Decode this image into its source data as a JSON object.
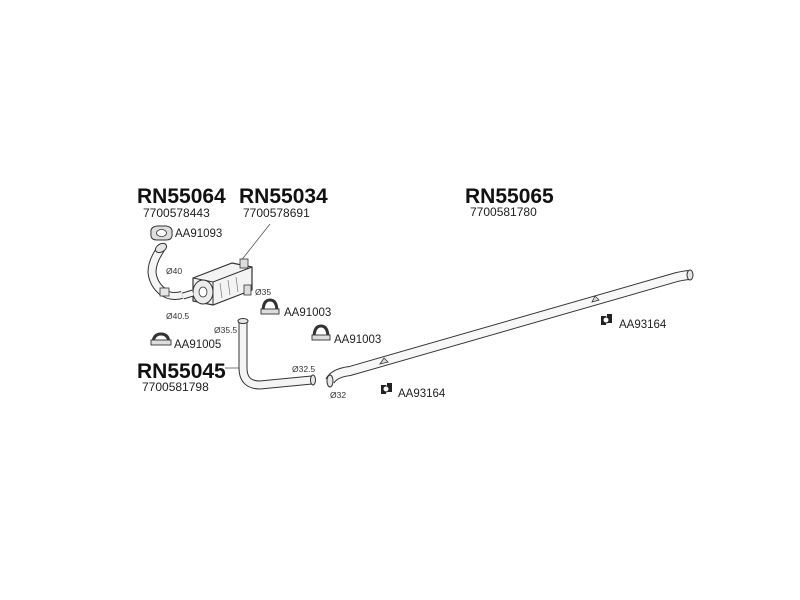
{
  "parts": {
    "front_pipe": {
      "ref": "RN55064",
      "oem": "7700578443"
    },
    "silencer": {
      "ref": "RN55034",
      "oem": "7700578691"
    },
    "tail_pipe": {
      "ref": "RN55065",
      "oem": "7700581780"
    },
    "mid_pipe": {
      "ref": "RN55045",
      "oem": "7700581798"
    }
  },
  "accessories": {
    "gasket_top": "AA91093",
    "clamp_upper": "AA91003",
    "clamp_mid": "AA91003",
    "flange_left": "AA91005",
    "hanger_right": "AA93164",
    "hanger_mid": "AA93164"
  },
  "diameters": {
    "d40": "Ø40",
    "d40_5": "Ø40.5",
    "d35": "Ø35",
    "d35_5": "Ø35.5",
    "d32_5": "Ø32.5",
    "d32": "Ø32"
  }
}
